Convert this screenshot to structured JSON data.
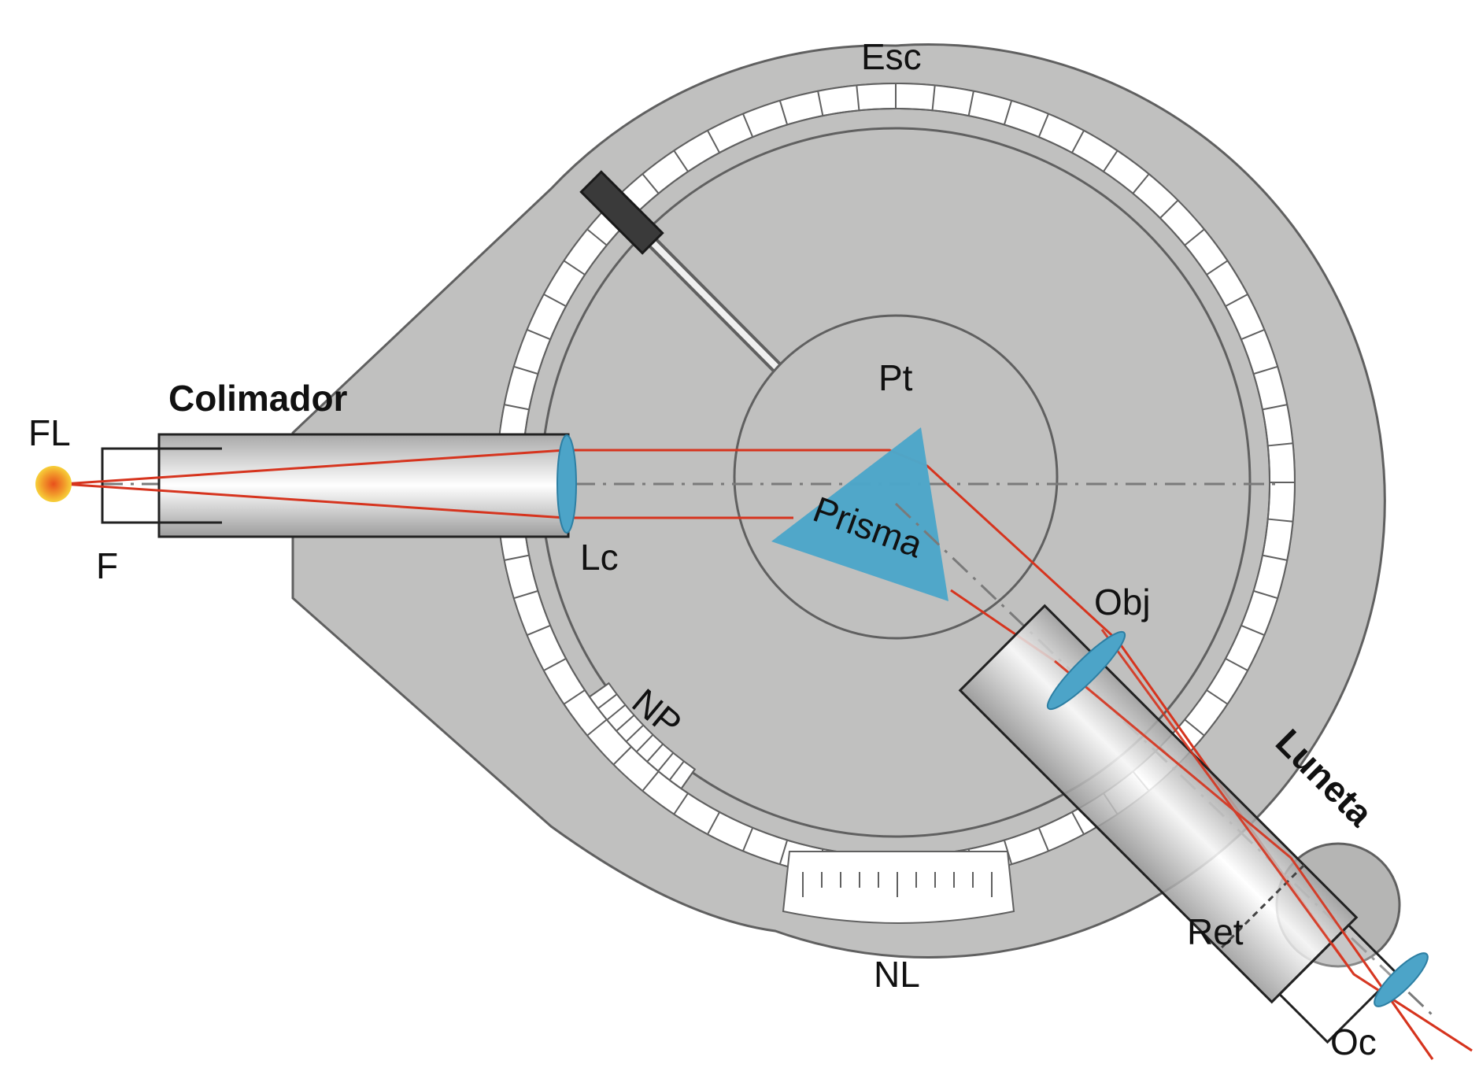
{
  "labels": {
    "fl": "FL",
    "f": "F",
    "colimador": "Colimador",
    "lc": "Lc",
    "esc": "Esc",
    "pt": "Pt",
    "prisma": "Prisma",
    "np": "NP",
    "nl": "NL",
    "obj": "Obj",
    "luneta": "Luneta",
    "ret": "Ret",
    "oc": "Oc"
  },
  "colors": {
    "base": "#c0c0bf",
    "outline": "#606060",
    "ray": "#d6341e",
    "lens": "#4ca4c8",
    "prism": "#4ea6c9",
    "axis": "#7a7a7a",
    "scale": "#ffffff",
    "source_center": "#e8501c",
    "source_edge": "#f7d13a"
  },
  "scale": {
    "esc_ticks": 64,
    "np_ticks": 9,
    "nl_ticks": 11
  }
}
